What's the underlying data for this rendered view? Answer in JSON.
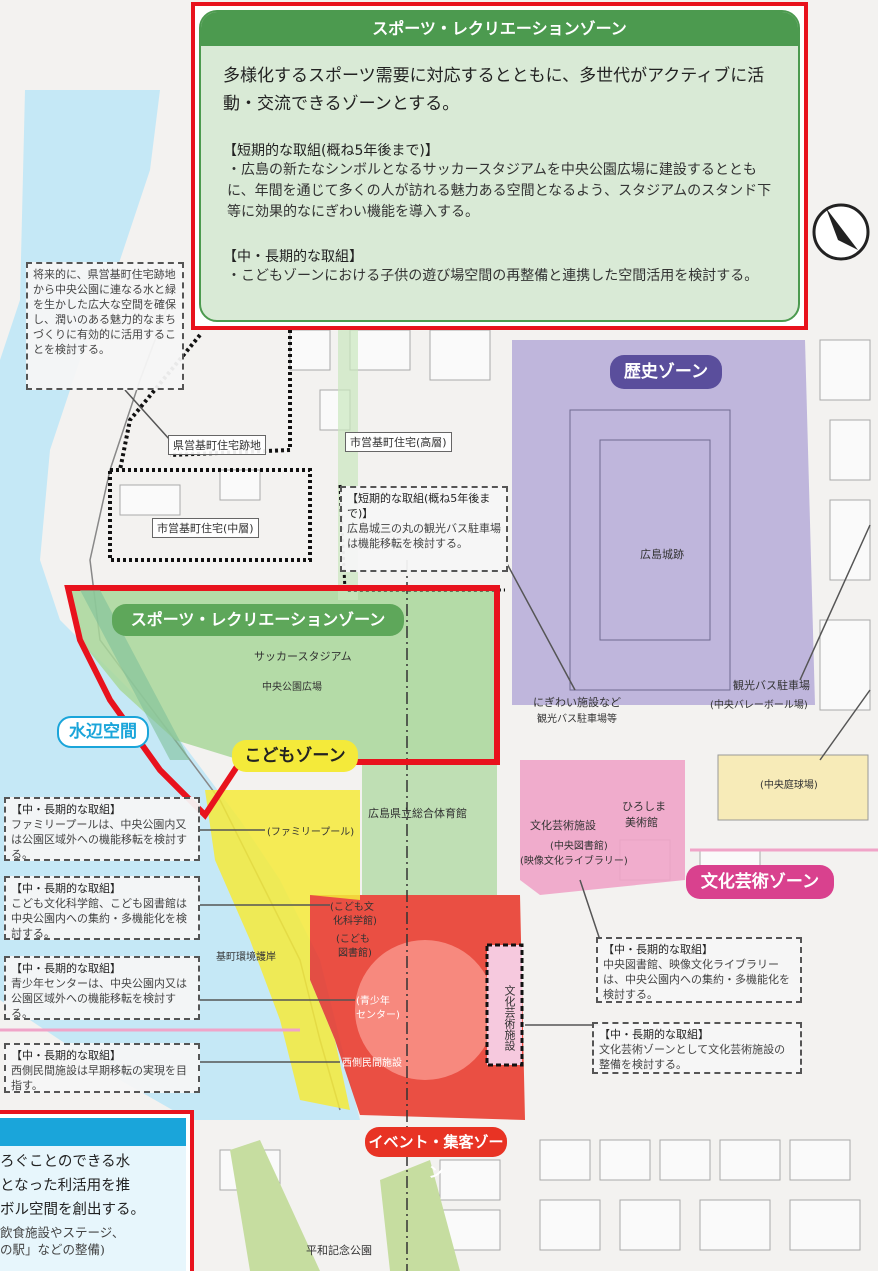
{
  "sports_panel": {
    "title": "スポーツ・レクリエーションゾーン",
    "lead": "多様化するスポーツ需要に対応するとともに、多世代がアクティブに活動・交流できるゾーンとする。",
    "short_heading": "【短期的な取組(概ね5年後まで)】",
    "short_body": "・広島の新たなシンボルとなるサッカースタジアムを中央公園広場に建設するとともに、年間を通じて多くの人が訪れる魅力ある空間となるよう、スタジアムのスタンド下等に効果的なにぎわい機能を導入する。",
    "mid_heading": "【中・長期的な取組】",
    "mid_body": "・こどもゾーンにおける子供の遊び場空間の再整備と連携した空間活用を検討する。"
  },
  "zones": {
    "history": "歴史ゾーン",
    "sports": "スポーツ・レクリエーションゾーン",
    "kodomo": "こどもゾーン",
    "culture": "文化芸術ゾーン",
    "event": "イベント・集客ゾーン",
    "waterside": "水辺空間"
  },
  "colors": {
    "sports": "#4c9a4f",
    "history": "#5a4e9c",
    "kodomo": "#f4ea3a",
    "culture": "#d9418e",
    "event": "#e83324",
    "water": "#1aa5da",
    "frame": "#e8121d"
  },
  "map_labels": {
    "kencho_site": "県営基町住宅跡地",
    "shiei_high": "市営基町住宅(高層)",
    "shiei_mid": "市営基町住宅(中層)",
    "castle": "広島城跡",
    "tourist_bus": "観光バス駐車場",
    "volleyball": "(中央バレーボール場)",
    "nigiwai": "にぎわい施設など",
    "bus_parking_etc": "観光バス駐車場等",
    "stadium": "サッカースタジアム",
    "central_park_plaza": "中央公園広場",
    "gym": "広島県立総合体育館",
    "family_pool": "(ファミリープール)",
    "culture_facility": "文化芸術施設",
    "central_library": "(中央図書館)",
    "video_library": "(映像文化ライブラリー)",
    "art_museum_1": "ひろしま",
    "art_museum_2": "美術館",
    "kodomo_science_1": "(こども文",
    "kodomo_science_2": "化科学館)",
    "kodomo_library_1": "(こども",
    "kodomo_library_2": "図書館)",
    "youth_center_1": "(青少年",
    "youth_center_2": "センター)",
    "private_facility": "西側民間施設",
    "culture_site": "文化芸術施設",
    "embankment": "基町環境護岸",
    "central_ballpark": "(中央庭球場)",
    "peace_park": "平和記念公園"
  },
  "notes": {
    "kencho_note": "将来的に、県営基町住宅跡地から中央公園に連なる水と緑を生かした広大な空間を確保し、潤いのある魅力的なまちづくりに有効的に活用することを検討する。",
    "bus_heading": "【短期的な取組(概ね5年後まで)】",
    "bus_body": "広島城三の丸の観光バス駐車場は機能移転を検討する。",
    "pool_heading": "【中・長期的な取組】",
    "pool_body": "ファミリープールは、中央公園内又は公園区域外への機能移転を検討する。",
    "kodomo_heading": "【中・長期的な取組】",
    "kodomo_body": "こども文化科学館、こども図書館は中央公園内への集約・多機能化を検討する。",
    "youth_heading": "【中・長期的な取組】",
    "youth_body": "青少年センターは、中央公園内又は公園区域外への機能移転を検討する。",
    "private_heading": "【中・長期的な取組】",
    "private_body": "西側民間施設は早期移転の実現を目指す。",
    "library_heading": "【中・長期的な取組】",
    "library_body": "中央図書館、映像文化ライブラリーは、中央公園内への集約・多機能化を検討する。",
    "culture_heading": "【中・長期的な取組】",
    "culture_body": "文化芸術ゾーンとして文化芸術施設の整備を検討する。"
  },
  "water_panel": {
    "line1": "ろぐことのできる水",
    "line2": "となった利活用を推",
    "line3": "ボル空間を創出する。",
    "small1": "飲食施設やステージ、",
    "small2": "の駅」などの整備)"
  }
}
